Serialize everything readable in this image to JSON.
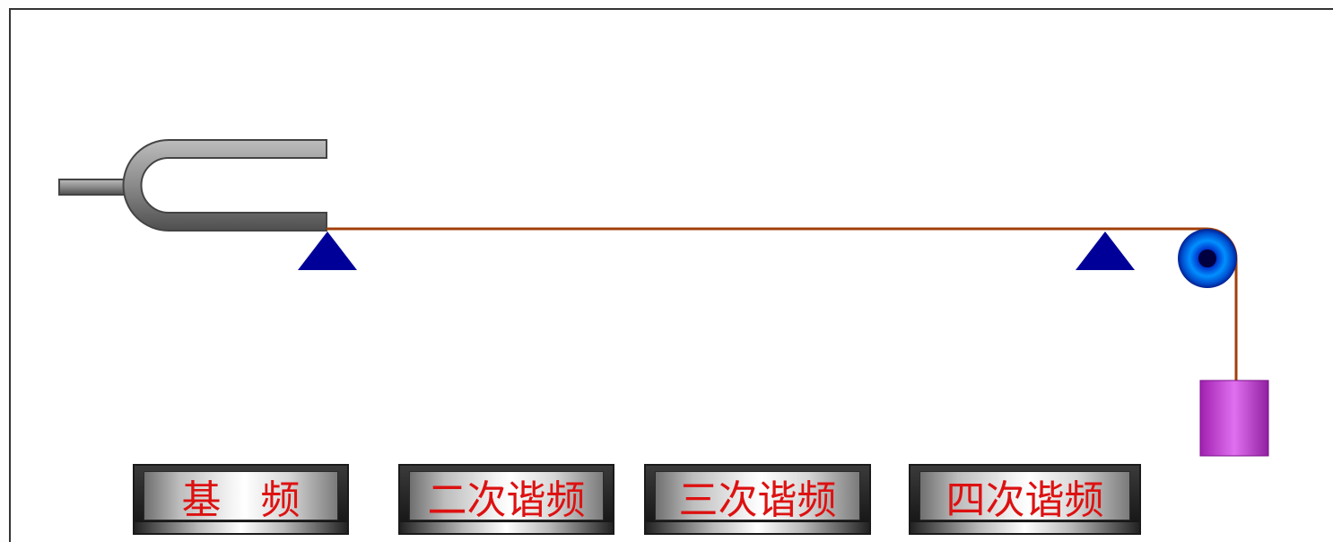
{
  "buttons": [
    {
      "id": "fundamental",
      "label": "基　频"
    },
    {
      "id": "second",
      "label": "二次谐频"
    },
    {
      "id": "third",
      "label": "三次谐频"
    },
    {
      "id": "fourth",
      "label": "四次谐频"
    }
  ],
  "colors": {
    "string": "#a0400a",
    "support": "#000099",
    "fork": "#808080",
    "weight": "#b830c8",
    "button_text": "#dd1111"
  },
  "icons": {
    "fork": "tuning-fork-icon",
    "support": "triangle-support-icon",
    "pulley": "pulley-icon",
    "weight": "weight-icon"
  }
}
